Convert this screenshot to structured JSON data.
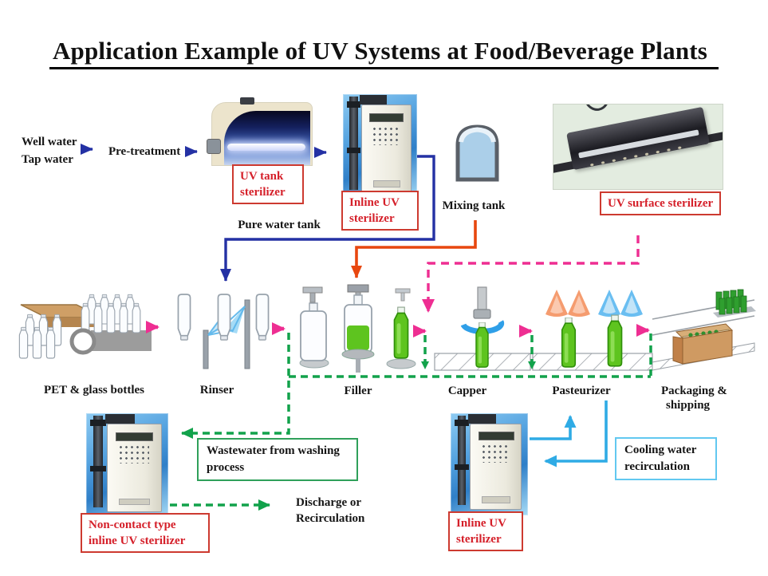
{
  "title": "Application Example of UV Systems at Food/Beverage Plants",
  "colors": {
    "flow_arrow_blue": "#2431a4",
    "pure_water_line_navy": "#20209a",
    "mixing_line_orange": "#e8470f",
    "surface_line_pink": "#ee2e92",
    "conveyor_arrow_pink": "#ee2e92",
    "wastewater_line_green": "#12a24b",
    "cooling_line_blue": "#2fabe5",
    "equipment_label_red": "#d5202a"
  },
  "source": {
    "line1": "Well water",
    "line2": "Tap water"
  },
  "pretreatment_label": "Pre-treatment",
  "tank_labels": {
    "pure_water": "Pure water tank",
    "mixing": "Mixing tank"
  },
  "red_boxes": {
    "uv_tank": [
      "UV tank",
      "sterilizer"
    ],
    "inline_top": [
      "Inline UV",
      "sterilizer"
    ],
    "uv_surface": [
      "UV surface sterilizer"
    ],
    "non_contact": [
      "Non-contact type",
      "inline UV sterilizer"
    ],
    "inline_bottom": [
      "Inline UV",
      "sterilizer"
    ]
  },
  "stations": [
    {
      "label": "PET & glass bottles"
    },
    {
      "label": "Rinser"
    },
    {
      "label": "Filler"
    },
    {
      "label": "Capper"
    },
    {
      "label": "Pasteurizer"
    },
    {
      "label_line1": "Packaging &",
      "label_line2": "shipping"
    }
  ],
  "notes": {
    "wastewater": [
      "Wastewater from washing",
      "process"
    ],
    "discharge": [
      "Discharge or",
      "Recirculation"
    ],
    "cooling": [
      "Cooling water",
      "recirculation"
    ]
  }
}
